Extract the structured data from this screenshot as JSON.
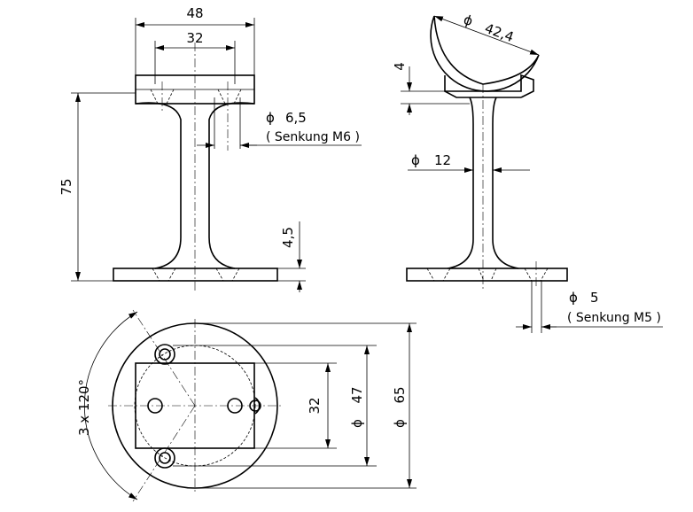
{
  "front_view": {
    "width_total": "48",
    "width_holes": "32",
    "height": "75",
    "base_thickness": "4,5",
    "hole_diameter": "6,5",
    "hole_countersink": "( Senkung M6 )"
  },
  "side_view": {
    "saddle_diameter": "42,4",
    "saddle_depth": "4",
    "stem_diameter": "12",
    "hole_diameter": "5",
    "hole_countersink": "( Senkung M5 )"
  },
  "plan_view": {
    "bolt_spacing": "3 x 120°",
    "plate_width": "32",
    "circle_mid": "47",
    "circle_outer": "65"
  },
  "diameter_symbol": "ϕ"
}
